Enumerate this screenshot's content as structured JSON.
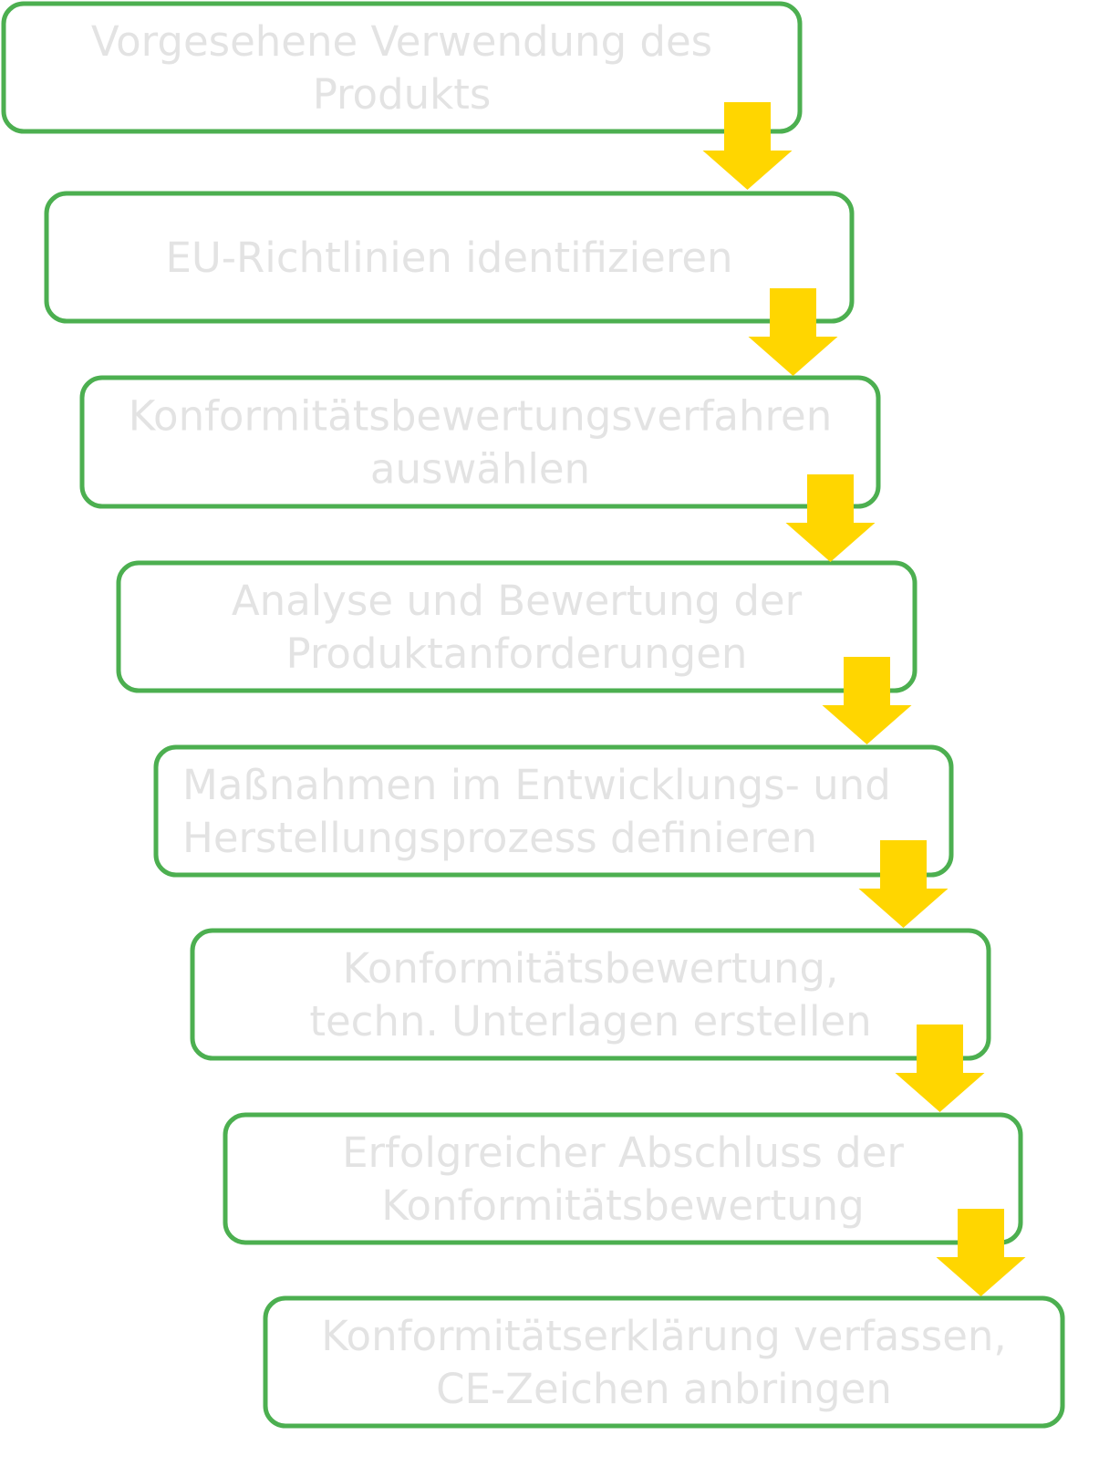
{
  "colors": {
    "box_border": "#4caf50",
    "arrow": "#ffd600",
    "text": "#e3e3e3"
  },
  "steps": [
    {
      "lines": [
        "Vorgesehene Verwendung des",
        "Produkts"
      ]
    },
    {
      "lines": [
        "EU-Richtlinien identifizieren"
      ]
    },
    {
      "lines": [
        "Konformitätsbewertungsverfahren",
        "auswählen"
      ]
    },
    {
      "lines": [
        "Analyse und Bewertung der",
        "Produktanforderungen"
      ]
    },
    {
      "lines": [
        "Maßnahmen im Entwicklungs- und",
        "Herstellungsprozess definieren"
      ]
    },
    {
      "lines": [
        "Konformitätsbewertung,",
        "techn. Unterlagen erstellen"
      ]
    },
    {
      "lines": [
        "Erfolgreicher Abschluss der",
        "Konformitätsbewertung"
      ]
    },
    {
      "lines": [
        "Konformitätserklärung verfassen,",
        "CE-Zeichen anbringen"
      ]
    }
  ]
}
